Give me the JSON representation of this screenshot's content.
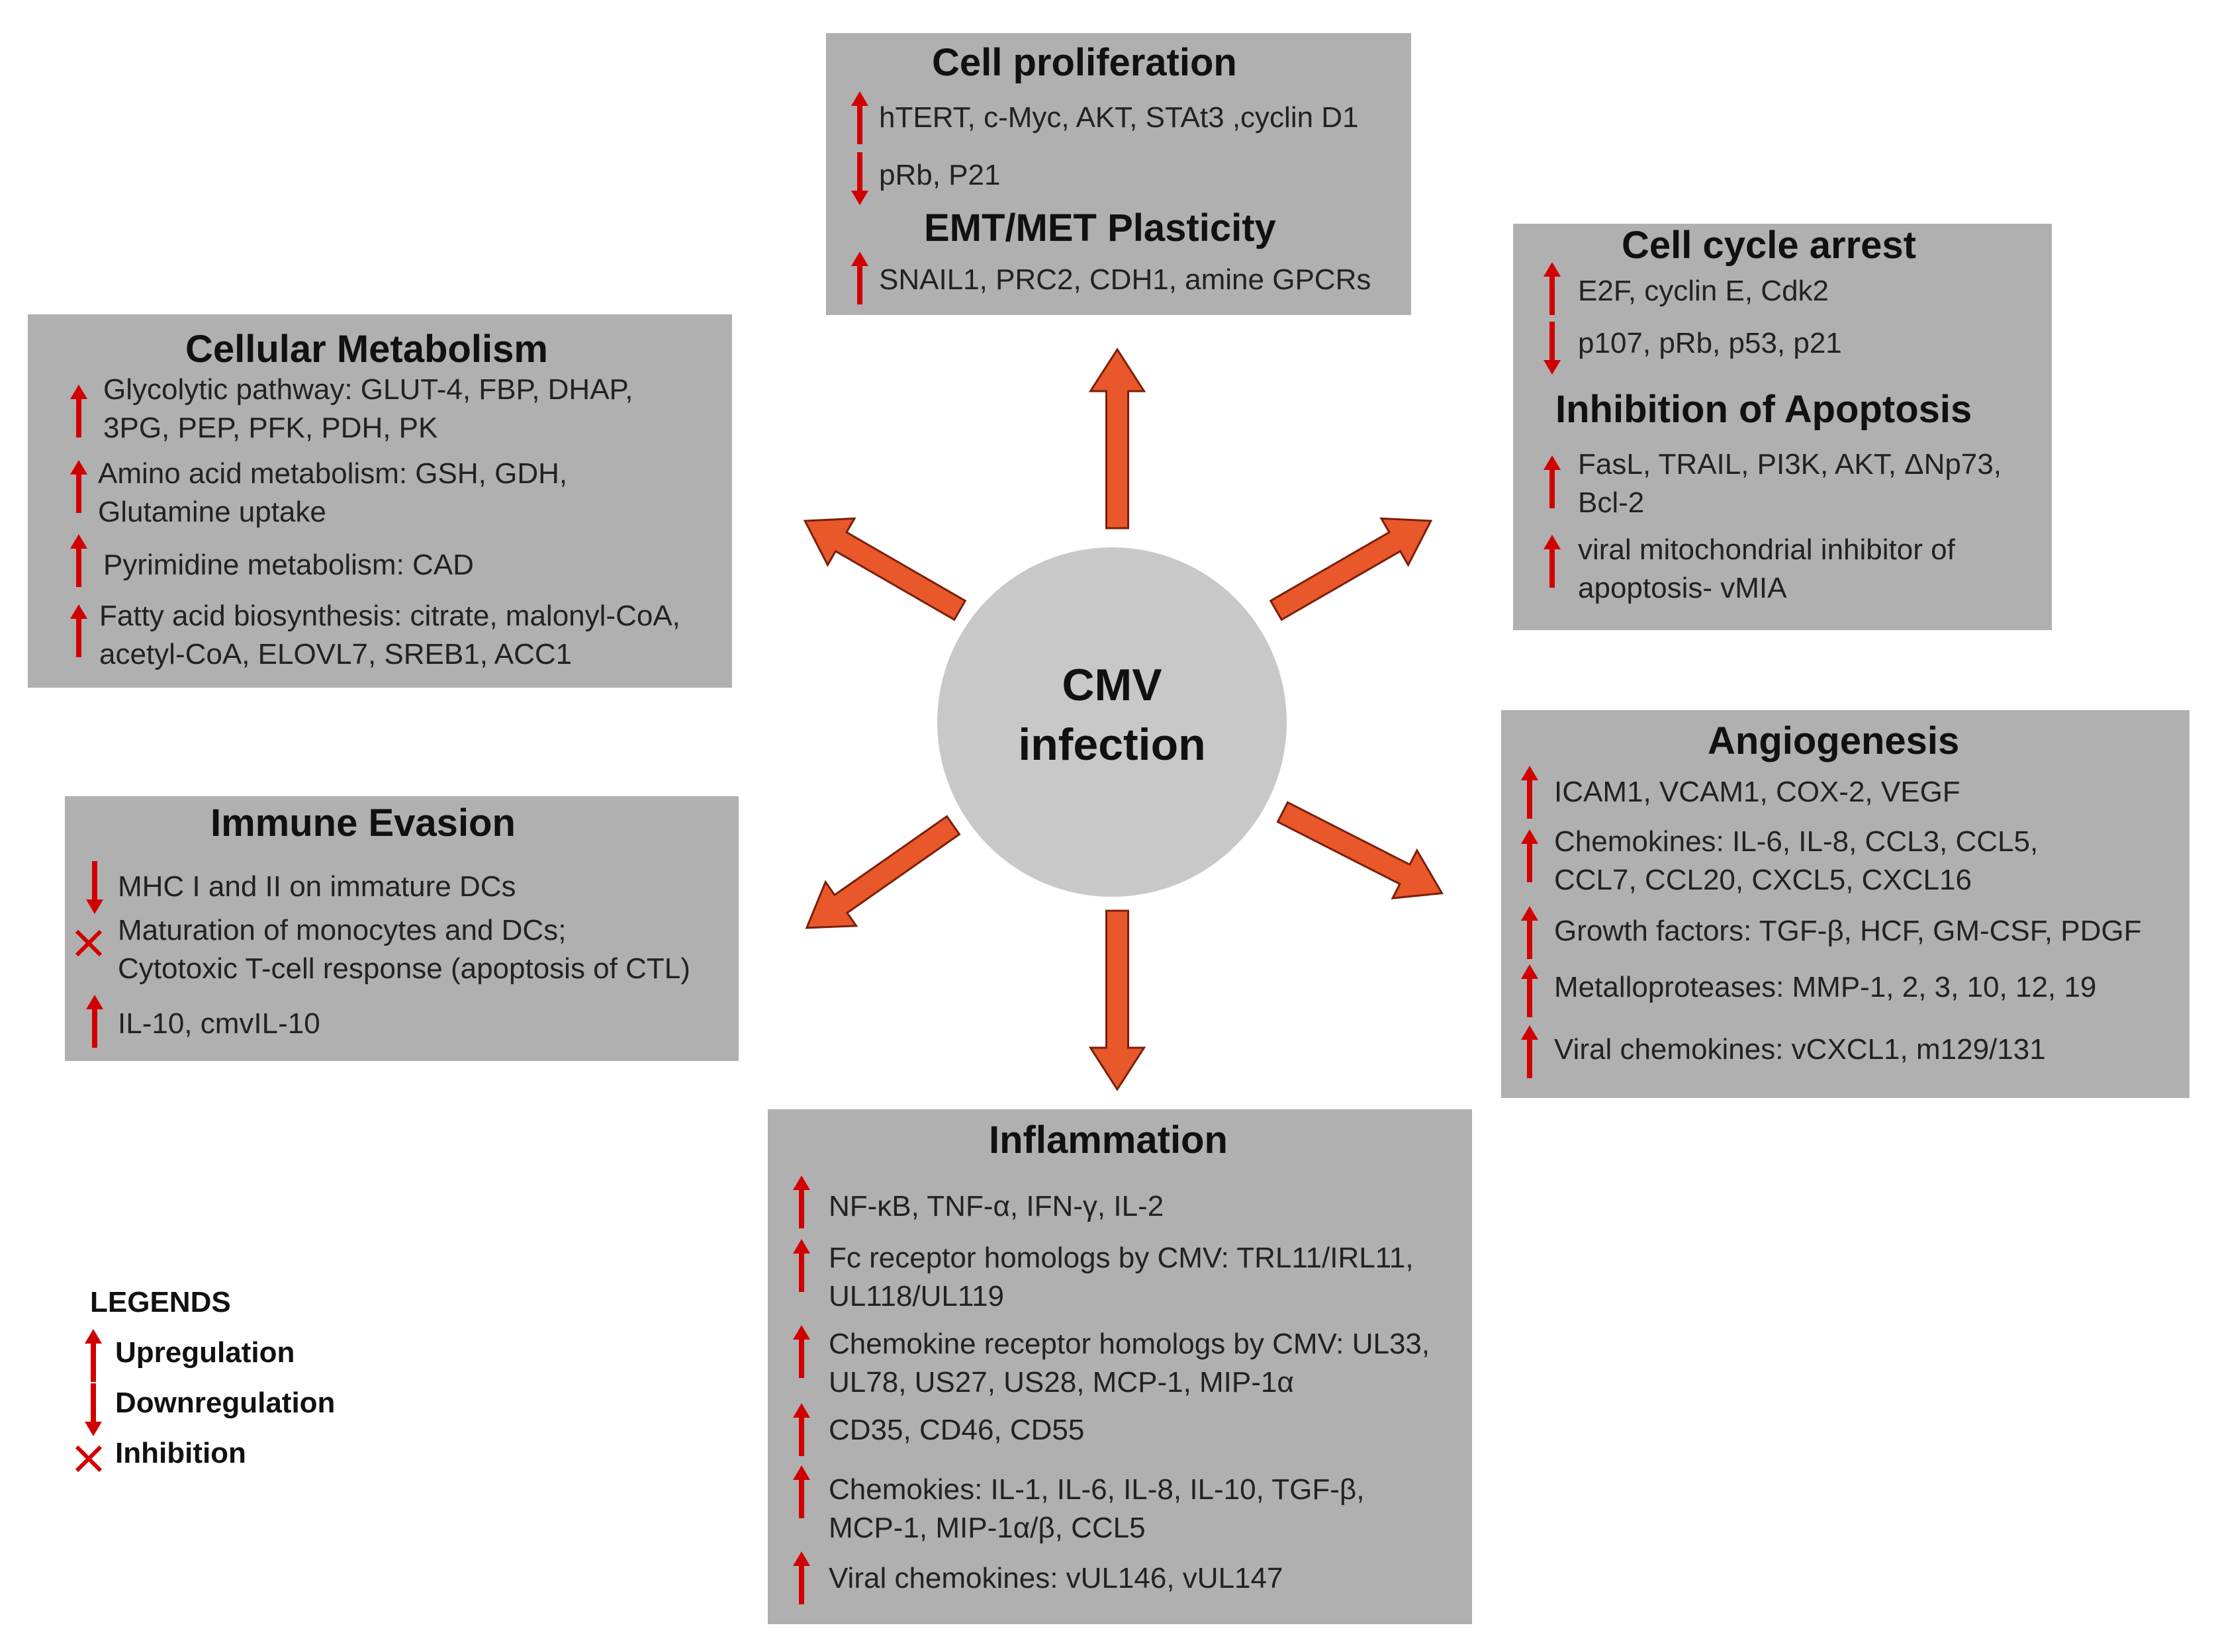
{
  "center": {
    "line1": "CMV",
    "line2": "infection"
  },
  "colors": {
    "box_bg": "#b0b0b0",
    "arrow_fill": "#e8582a",
    "arrow_stroke": "#7a1f0a",
    "reg_arrow": "#d10000",
    "center_bg": "#c8c8c8"
  },
  "cell_proliferation": {
    "title": "Cell proliferation",
    "items": [
      {
        "icon": "up-arrow-icon",
        "text": "hTERT, c-Myc, AKT, STAt3 ,cyclin D1"
      },
      {
        "icon": "down-arrow-icon",
        "text": "pRb, P21"
      }
    ],
    "subtitle": "EMT/MET Plasticity",
    "sub_items": [
      {
        "icon": "up-arrow-icon",
        "text": "SNAIL1, PRC2, CDH1, amine GPCRs"
      }
    ]
  },
  "cell_cycle": {
    "title": "Cell cycle arrest",
    "items": [
      {
        "icon": "up-arrow-icon",
        "text": "E2F, cyclin E, Cdk2"
      },
      {
        "icon": "down-arrow-icon",
        "text": "p107, pRb, p53, p21"
      }
    ],
    "subtitle": "Inhibition of Apoptosis",
    "sub_items": [
      {
        "icon": "up-arrow-icon",
        "lines": [
          "FasL, TRAIL, PI3K, AKT, ΔNp73,",
          "Bcl-2"
        ]
      },
      {
        "icon": "up-arrow-icon",
        "lines": [
          "viral mitochondrial inhibitor of",
          "apoptosis- vMIA"
        ]
      }
    ]
  },
  "metabolism": {
    "title": "Cellular Metabolism",
    "items": [
      {
        "icon": "up-arrow-icon",
        "lines": [
          "Glycolytic pathway: GLUT-4, FBP, DHAP,",
          "3PG, PEP, PFK, PDH, PK"
        ]
      },
      {
        "icon": "up-arrow-icon",
        "lines": [
          "Amino acid metabolism: GSH, GDH,",
          "Glutamine uptake"
        ]
      },
      {
        "icon": "up-arrow-icon",
        "lines": [
          "Pyrimidine metabolism: CAD"
        ]
      },
      {
        "icon": "up-arrow-icon",
        "lines": [
          "Fatty acid biosynthesis: citrate, malonyl-CoA,",
          "acetyl-CoA, ELOVL7, SREB1, ACC1"
        ]
      }
    ]
  },
  "immune": {
    "title": "Immune Evasion",
    "items": [
      {
        "icon": "down-arrow-icon",
        "lines": [
          "MHC I and II on immature DCs"
        ]
      },
      {
        "icon": "cross-icon",
        "lines": [
          "Maturation of monocytes and DCs;",
          "Cytotoxic T-cell response (apoptosis of CTL)"
        ]
      },
      {
        "icon": "up-arrow-icon",
        "lines": [
          "IL-10, cmvIL-10"
        ]
      }
    ]
  },
  "angiogenesis": {
    "title": "Angiogenesis",
    "items": [
      {
        "icon": "up-arrow-icon",
        "lines": [
          "ICAM1, VCAM1, COX-2, VEGF"
        ]
      },
      {
        "icon": "up-arrow-icon",
        "lines": [
          "Chemokines: IL-6, IL-8, CCL3, CCL5,",
          "CCL7, CCL20, CXCL5, CXCL16"
        ]
      },
      {
        "icon": "up-arrow-icon",
        "lines": [
          "Growth factors: TGF-β, HCF, GM-CSF, PDGF"
        ]
      },
      {
        "icon": "up-arrow-icon",
        "lines": [
          "Metalloproteases: MMP-1, 2, 3, 10, 12, 19"
        ]
      },
      {
        "icon": "up-arrow-icon",
        "lines": [
          "Viral chemokines: vCXCL1, m129/131"
        ]
      }
    ]
  },
  "inflammation": {
    "title": "Inflammation",
    "items": [
      {
        "icon": "up-arrow-icon",
        "lines": [
          "NF-κB, TNF-α, IFN-γ, IL-2"
        ]
      },
      {
        "icon": "up-arrow-icon",
        "lines": [
          "Fc receptor homologs by CMV: TRL11/IRL11,",
          "UL118/UL119"
        ]
      },
      {
        "icon": "up-arrow-icon",
        "lines": [
          "Chemokine receptor homologs by CMV: UL33,",
          "UL78, US27, US28, MCP-1, MIP-1α"
        ]
      },
      {
        "icon": "up-arrow-icon",
        "lines": [
          "CD35, CD46, CD55"
        ]
      },
      {
        "icon": "up-arrow-icon",
        "lines": [
          "Chemokies: IL-1, IL-6, IL-8, IL-10, TGF-β,",
          "MCP-1, MIP-1α/β, CCL5"
        ]
      },
      {
        "icon": "up-arrow-icon",
        "lines": [
          "Viral chemokines: vUL146, vUL147"
        ]
      }
    ]
  },
  "legend": {
    "title": "LEGENDS",
    "items": [
      {
        "icon": "up-arrow-icon",
        "label": "Upregulation"
      },
      {
        "icon": "down-arrow-icon",
        "label": "Downregulation"
      },
      {
        "icon": "cross-icon",
        "label": "Inhibition"
      }
    ]
  }
}
